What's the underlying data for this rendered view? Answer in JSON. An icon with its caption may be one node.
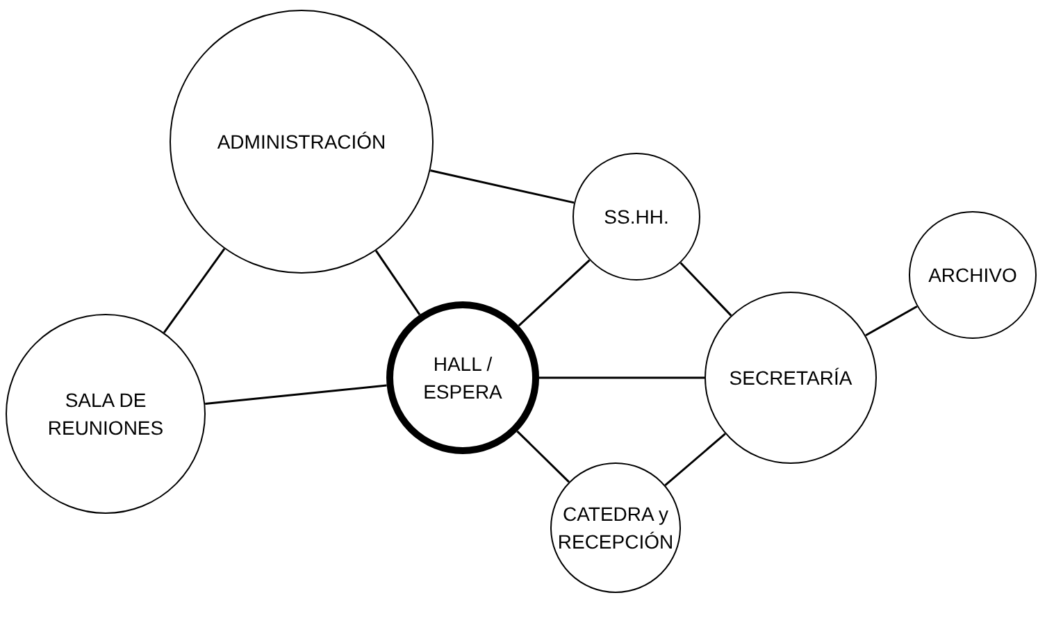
{
  "diagram": {
    "nodes": [
      {
        "text": [
          "ADMINISTRACIÓN"
        ]
      },
      {
        "text": [
          "SS.HH."
        ]
      },
      {
        "text": [
          "ARCHIVO"
        ]
      },
      {
        "text": [
          "SALA DE REUNIONES"
        ]
      },
      {
        "text": [
          "HALL / ESPERA"
        ]
      },
      {
        "text": [
          "SECRETARÍA"
        ]
      },
      {
        "text": [
          "CATEDRA y RECEPCIÓN"
        ]
      }
    ],
    "edges": [
      {
        "from": 0,
        "to": 1,
        "arrow": "none"
      },
      {
        "from": 0,
        "to": 3,
        "arrow": "none"
      },
      {
        "from": 0,
        "to": 4,
        "arrow": "none"
      },
      {
        "from": 1,
        "to": 4,
        "arrow": "none"
      },
      {
        "from": 1,
        "to": 5,
        "arrow": "none"
      },
      {
        "from": 2,
        "to": 5,
        "arrow": "none"
      },
      {
        "from": 3,
        "to": 4,
        "arrow": "none"
      },
      {
        "from": 4,
        "to": 5,
        "arrow": "none"
      },
      {
        "from": 4,
        "to": 6,
        "arrow": "none"
      },
      {
        "from": 6,
        "to": 5,
        "arrow": "none"
      }
    ]
  }
}
